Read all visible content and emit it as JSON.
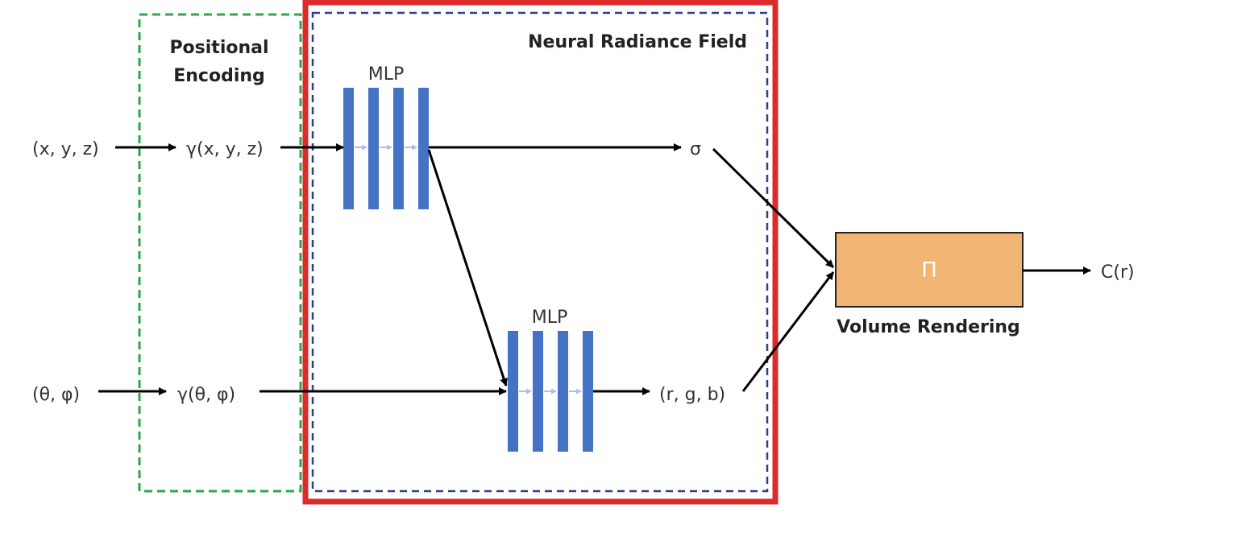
{
  "inputs": {
    "position": "(x, y, z)",
    "direction": "(θ, φ)"
  },
  "encoded": {
    "position": "γ(x, y, z)",
    "direction": "γ(θ, φ)"
  },
  "positional_encoding": {
    "title_line1": "Positional",
    "title_line2": "Encoding",
    "border_color": "#2aa84a"
  },
  "nerf": {
    "title": "Neural Radiance Field",
    "outer_border_color": "#dd2b2b",
    "inner_border_color": "#2f3f88"
  },
  "mlp": {
    "top_label": "MLP",
    "bottom_label": "MLP",
    "bar_color": "#4472c4",
    "inner_arrow_color": "#a9c1ee"
  },
  "outputs": {
    "density": "σ",
    "color": "(r, g, b)"
  },
  "volume_rendering": {
    "symbol": "Π",
    "label": "Volume Rendering",
    "fill_color": "#f2b472"
  },
  "final_output": "C(r)"
}
